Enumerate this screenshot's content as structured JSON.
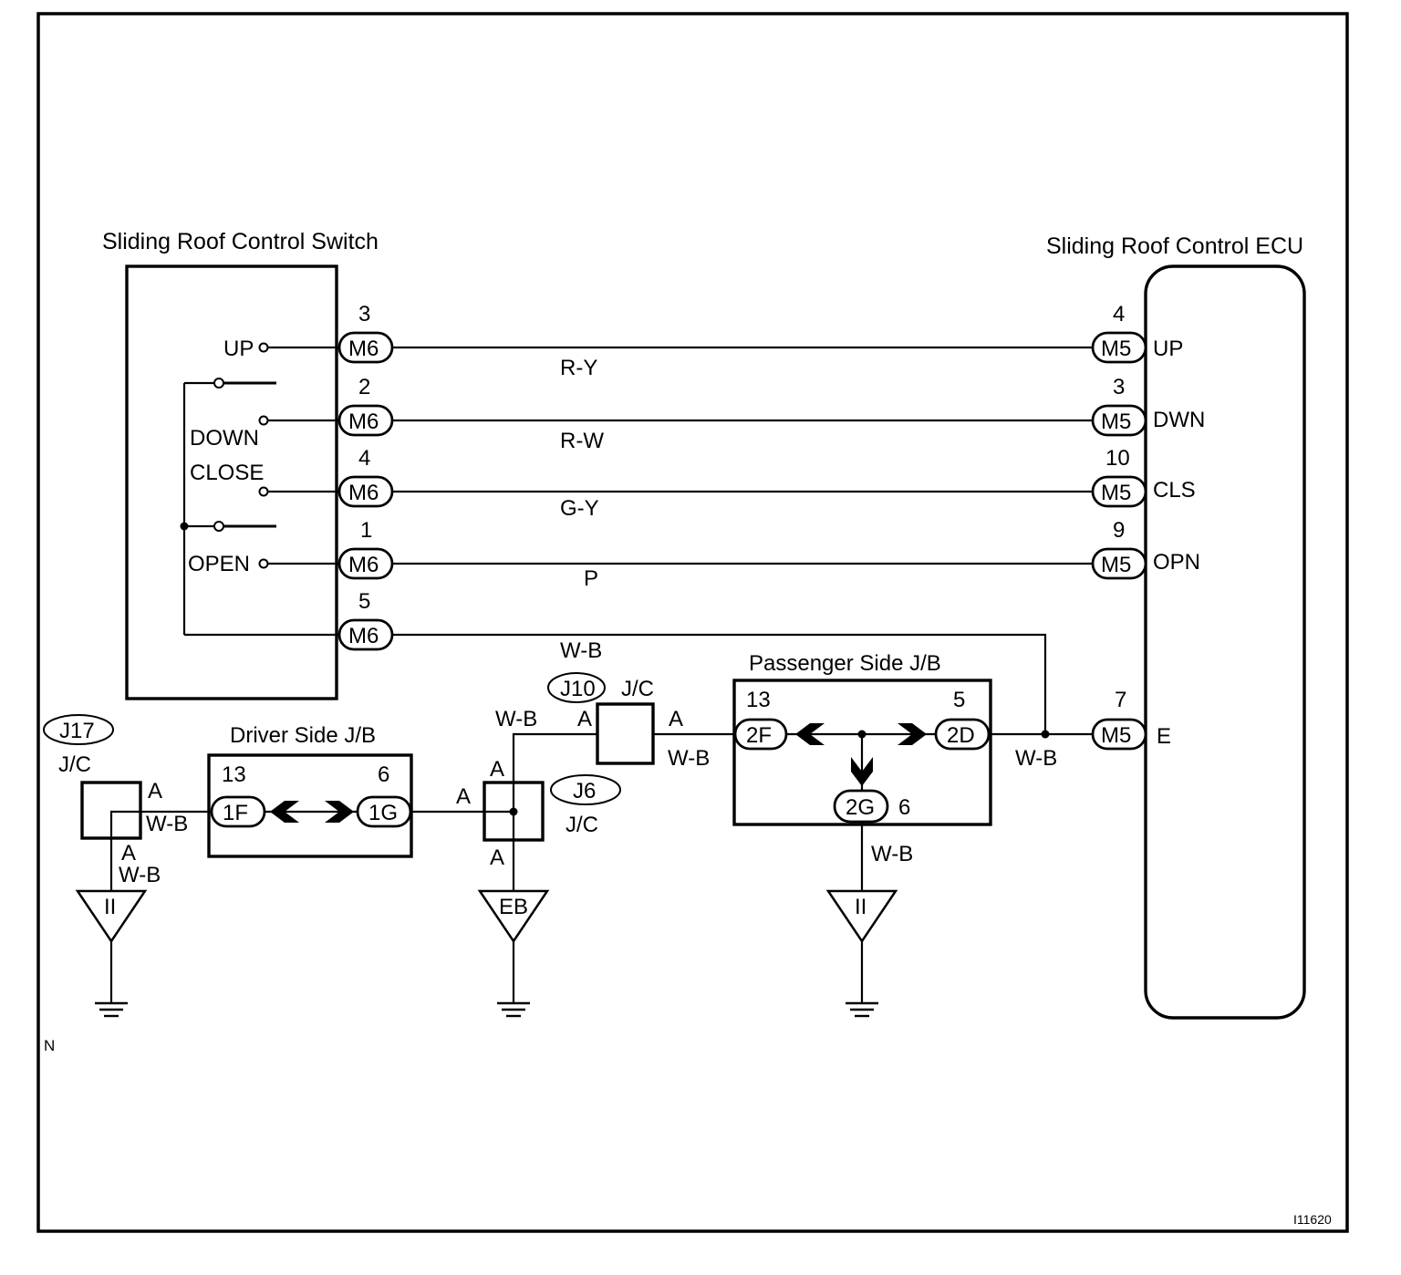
{
  "components": {
    "switch": {
      "title": "Sliding Roof Control Switch",
      "terminals": [
        "UP",
        "DOWN",
        "CLOSE",
        "OPEN"
      ]
    },
    "ecu": {
      "title": "Sliding Roof Control ECU",
      "terminals": [
        "UP",
        "DWN",
        "CLS",
        "OPN",
        "E"
      ]
    },
    "driver_jb": {
      "title": "Driver Side J/B",
      "connectors": [
        "1F",
        "1G"
      ],
      "pins": [
        "13",
        "6"
      ]
    },
    "passenger_jb": {
      "title": "Passenger Side J/B",
      "connectors": [
        "2F",
        "2D",
        "2G"
      ],
      "pins": [
        "13",
        "5",
        "6"
      ]
    }
  },
  "connectors": {
    "switch_side": {
      "code": "M6",
      "pins": [
        "3",
        "2",
        "4",
        "1",
        "5"
      ]
    },
    "ecu_side": {
      "code": "M5",
      "pins": [
        "4",
        "3",
        "10",
        "9",
        "7"
      ]
    }
  },
  "wires": {
    "colors": [
      "R-Y",
      "R-W",
      "G-Y",
      "P",
      "W-B"
    ],
    "ground_color": "W-B"
  },
  "junctions": {
    "j17": {
      "id": "J17",
      "type": "J/C",
      "pin": "A"
    },
    "j10": {
      "id": "J10",
      "type": "J/C",
      "pin": "A"
    },
    "j6": {
      "id": "J6",
      "type": "J/C",
      "pin": "A"
    }
  },
  "grounds": [
    "II",
    "EB",
    "II"
  ],
  "corner_mark": "N",
  "figure_code": "I11620"
}
